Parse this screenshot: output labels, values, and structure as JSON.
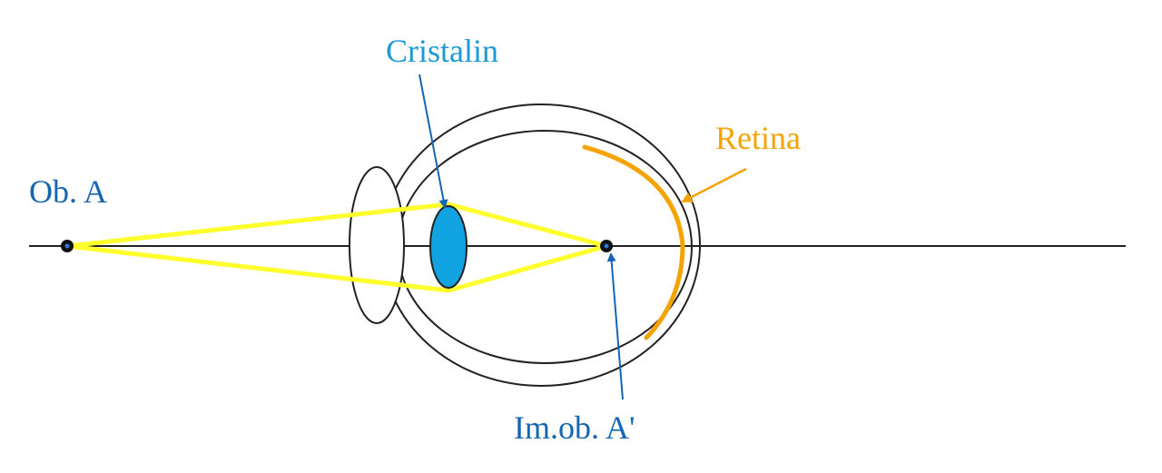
{
  "labels": {
    "object": "Ob. A",
    "lens": "Cristalin",
    "retina": "Retina",
    "image": "Im.ob. A'"
  },
  "colors": {
    "object_label": "#1565b5",
    "image_label": "#1565b5",
    "lens_label": "#1a9ad6",
    "lens_fill": "#12a3e3",
    "retina": "#f4a300",
    "rays": "#ffff2e",
    "outline": "#222222",
    "arrow_blue": "#1565b5"
  }
}
